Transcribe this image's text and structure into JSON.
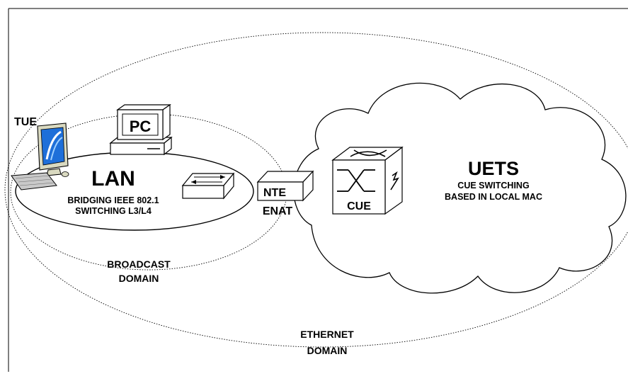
{
  "labels": {
    "tue": "TUE",
    "pc": "PC",
    "lan_title": "LAN",
    "lan_line1": "BRIDGING IEEE 802.1",
    "lan_line2": "SWITCHING L3/L4",
    "nte": "NTE",
    "enat": "ENAT",
    "cue": "CUE",
    "uets_title": "UETS",
    "uets_line1": "CUE SWITCHING",
    "uets_line2": "BASED IN LOCAL MAC",
    "broadcast_line1": "BROADCAST",
    "broadcast_line2": "DOMAIN",
    "ethernet_line1": "ETHERNET",
    "ethernet_line2": "DOMAIN"
  },
  "icons": {
    "terminal": "desktop-terminal-icon",
    "pc": "pc-computer-icon",
    "lan_switch": "switch-icon",
    "nte": "nte-box-icon",
    "cue": "cue-switch-cube-icon",
    "cloud": "cloud-icon"
  },
  "colors": {
    "line": "#000000",
    "monitor_screen": "#1e6fd9",
    "keyboard": "#c9c9c9",
    "background": "#ffffff"
  }
}
